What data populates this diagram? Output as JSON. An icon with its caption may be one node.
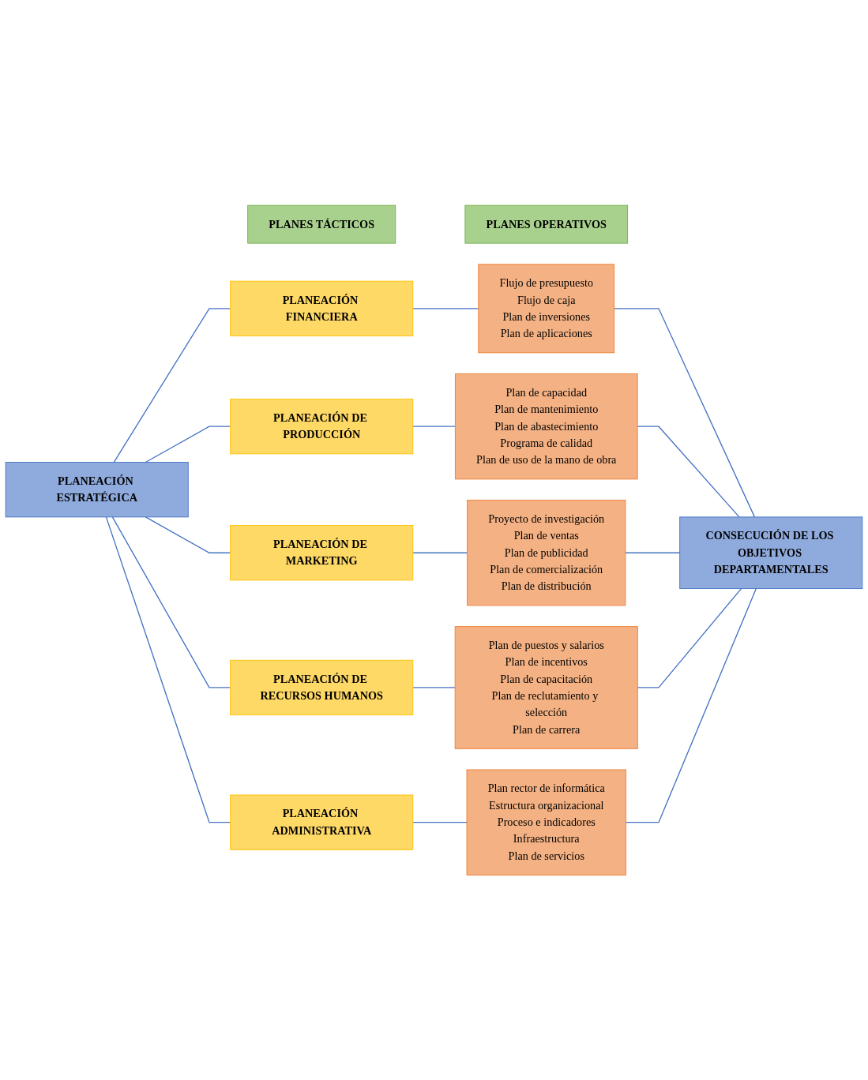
{
  "diagram": {
    "nodes": [
      {
        "text": [
          "PLANES TÁCTICOS"
        ]
      },
      {
        "text": [
          "PLANES OPERATIVOS"
        ]
      },
      {
        "text": [
          "PLANEACIÓN ESTRATÉGICA"
        ]
      },
      {
        "text": [
          "CONSECUCIÓN DE LOS OBJETIVOS DEPARTAMENTALES"
        ]
      },
      {
        "text": [
          "PLANEACIÓN FINANCIERA"
        ]
      },
      {
        "text": [
          "Flujo de presupuesto",
          "Flujo de caja",
          "Plan de inversiones",
          "Plan de aplicaciones"
        ]
      },
      {
        "text": [
          "PLANEACIÓN DE PRODUCCIÓN"
        ]
      },
      {
        "text": [
          "Plan de capacidad",
          "Plan de mantenimiento",
          "Plan de abastecimiento",
          "Programa de calidad",
          "Plan de uso de la mano de obra"
        ]
      },
      {
        "text": [
          "PLANEACIÓN DE MARKETING"
        ]
      },
      {
        "text": [
          "Proyecto de investigación",
          "Plan de ventas",
          "Plan de publicidad",
          "Plan de comercialización",
          "Plan de distribución"
        ]
      },
      {
        "text": [
          "PLANEACIÓN DE RECURSOS HUMANOS"
        ]
      },
      {
        "text": [
          "Plan de puestos y salarios",
          "Plan de incentivos",
          "Plan de capacitación",
          "Plan de reclutamiento y selección",
          "Plan de carrera"
        ]
      },
      {
        "text": [
          "PLANEACIÓN ADMINISTRATIVA"
        ]
      },
      {
        "text": [
          "Plan rector de informática",
          "Estructura organizacional",
          "Proceso e indicadores",
          "Infraestructura",
          "Plan de servicios"
        ]
      }
    ],
    "edges": [
      {
        "from": 2,
        "to": 4,
        "arrow": "none"
      },
      {
        "from": 2,
        "to": 6,
        "arrow": "none"
      },
      {
        "from": 2,
        "to": 8,
        "arrow": "none"
      },
      {
        "from": 2,
        "to": 10,
        "arrow": "none"
      },
      {
        "from": 2,
        "to": 12,
        "arrow": "none"
      },
      {
        "from": 4,
        "to": 5,
        "arrow": "none"
      },
      {
        "from": 6,
        "to": 7,
        "arrow": "none"
      },
      {
        "from": 8,
        "to": 9,
        "arrow": "none"
      },
      {
        "from": 10,
        "to": 11,
        "arrow": "none"
      },
      {
        "from": 12,
        "to": 13,
        "arrow": "none"
      },
      {
        "from": 5,
        "to": 3,
        "arrow": "none"
      },
      {
        "from": 7,
        "to": 3,
        "arrow": "none"
      },
      {
        "from": 9,
        "to": 3,
        "arrow": "none"
      },
      {
        "from": 11,
        "to": 3,
        "arrow": "none"
      },
      {
        "from": 13,
        "to": 3,
        "arrow": "none"
      }
    ]
  }
}
